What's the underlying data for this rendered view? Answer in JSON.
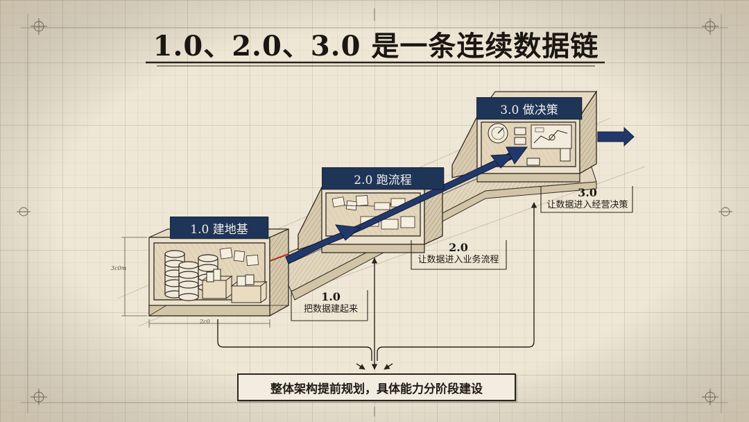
{
  "title": "1.0、2.0、3.0 是一条连续数据链",
  "stages": [
    {
      "label": "1.0 建地基",
      "num": "1.0",
      "desc": "把数据建起来"
    },
    {
      "label": "2.0 跑流程",
      "num": "2.0",
      "desc": "让数据进入业务流程"
    },
    {
      "label": "3.0 做决策",
      "num": "3.0",
      "desc": "让数据进入经营决策"
    }
  ],
  "footer": "整体架构提前规划，具体能力分阶段建设",
  "dims": {
    "height_mark": "3c0m",
    "width_mark": "2c0"
  },
  "colors": {
    "paper": "#efe7d6",
    "grid": "#c9bca3",
    "label_navy": "#1f3558",
    "arrow_navy": "#23386a",
    "ink": "#2a241d",
    "accent_red": "#b0302a"
  }
}
